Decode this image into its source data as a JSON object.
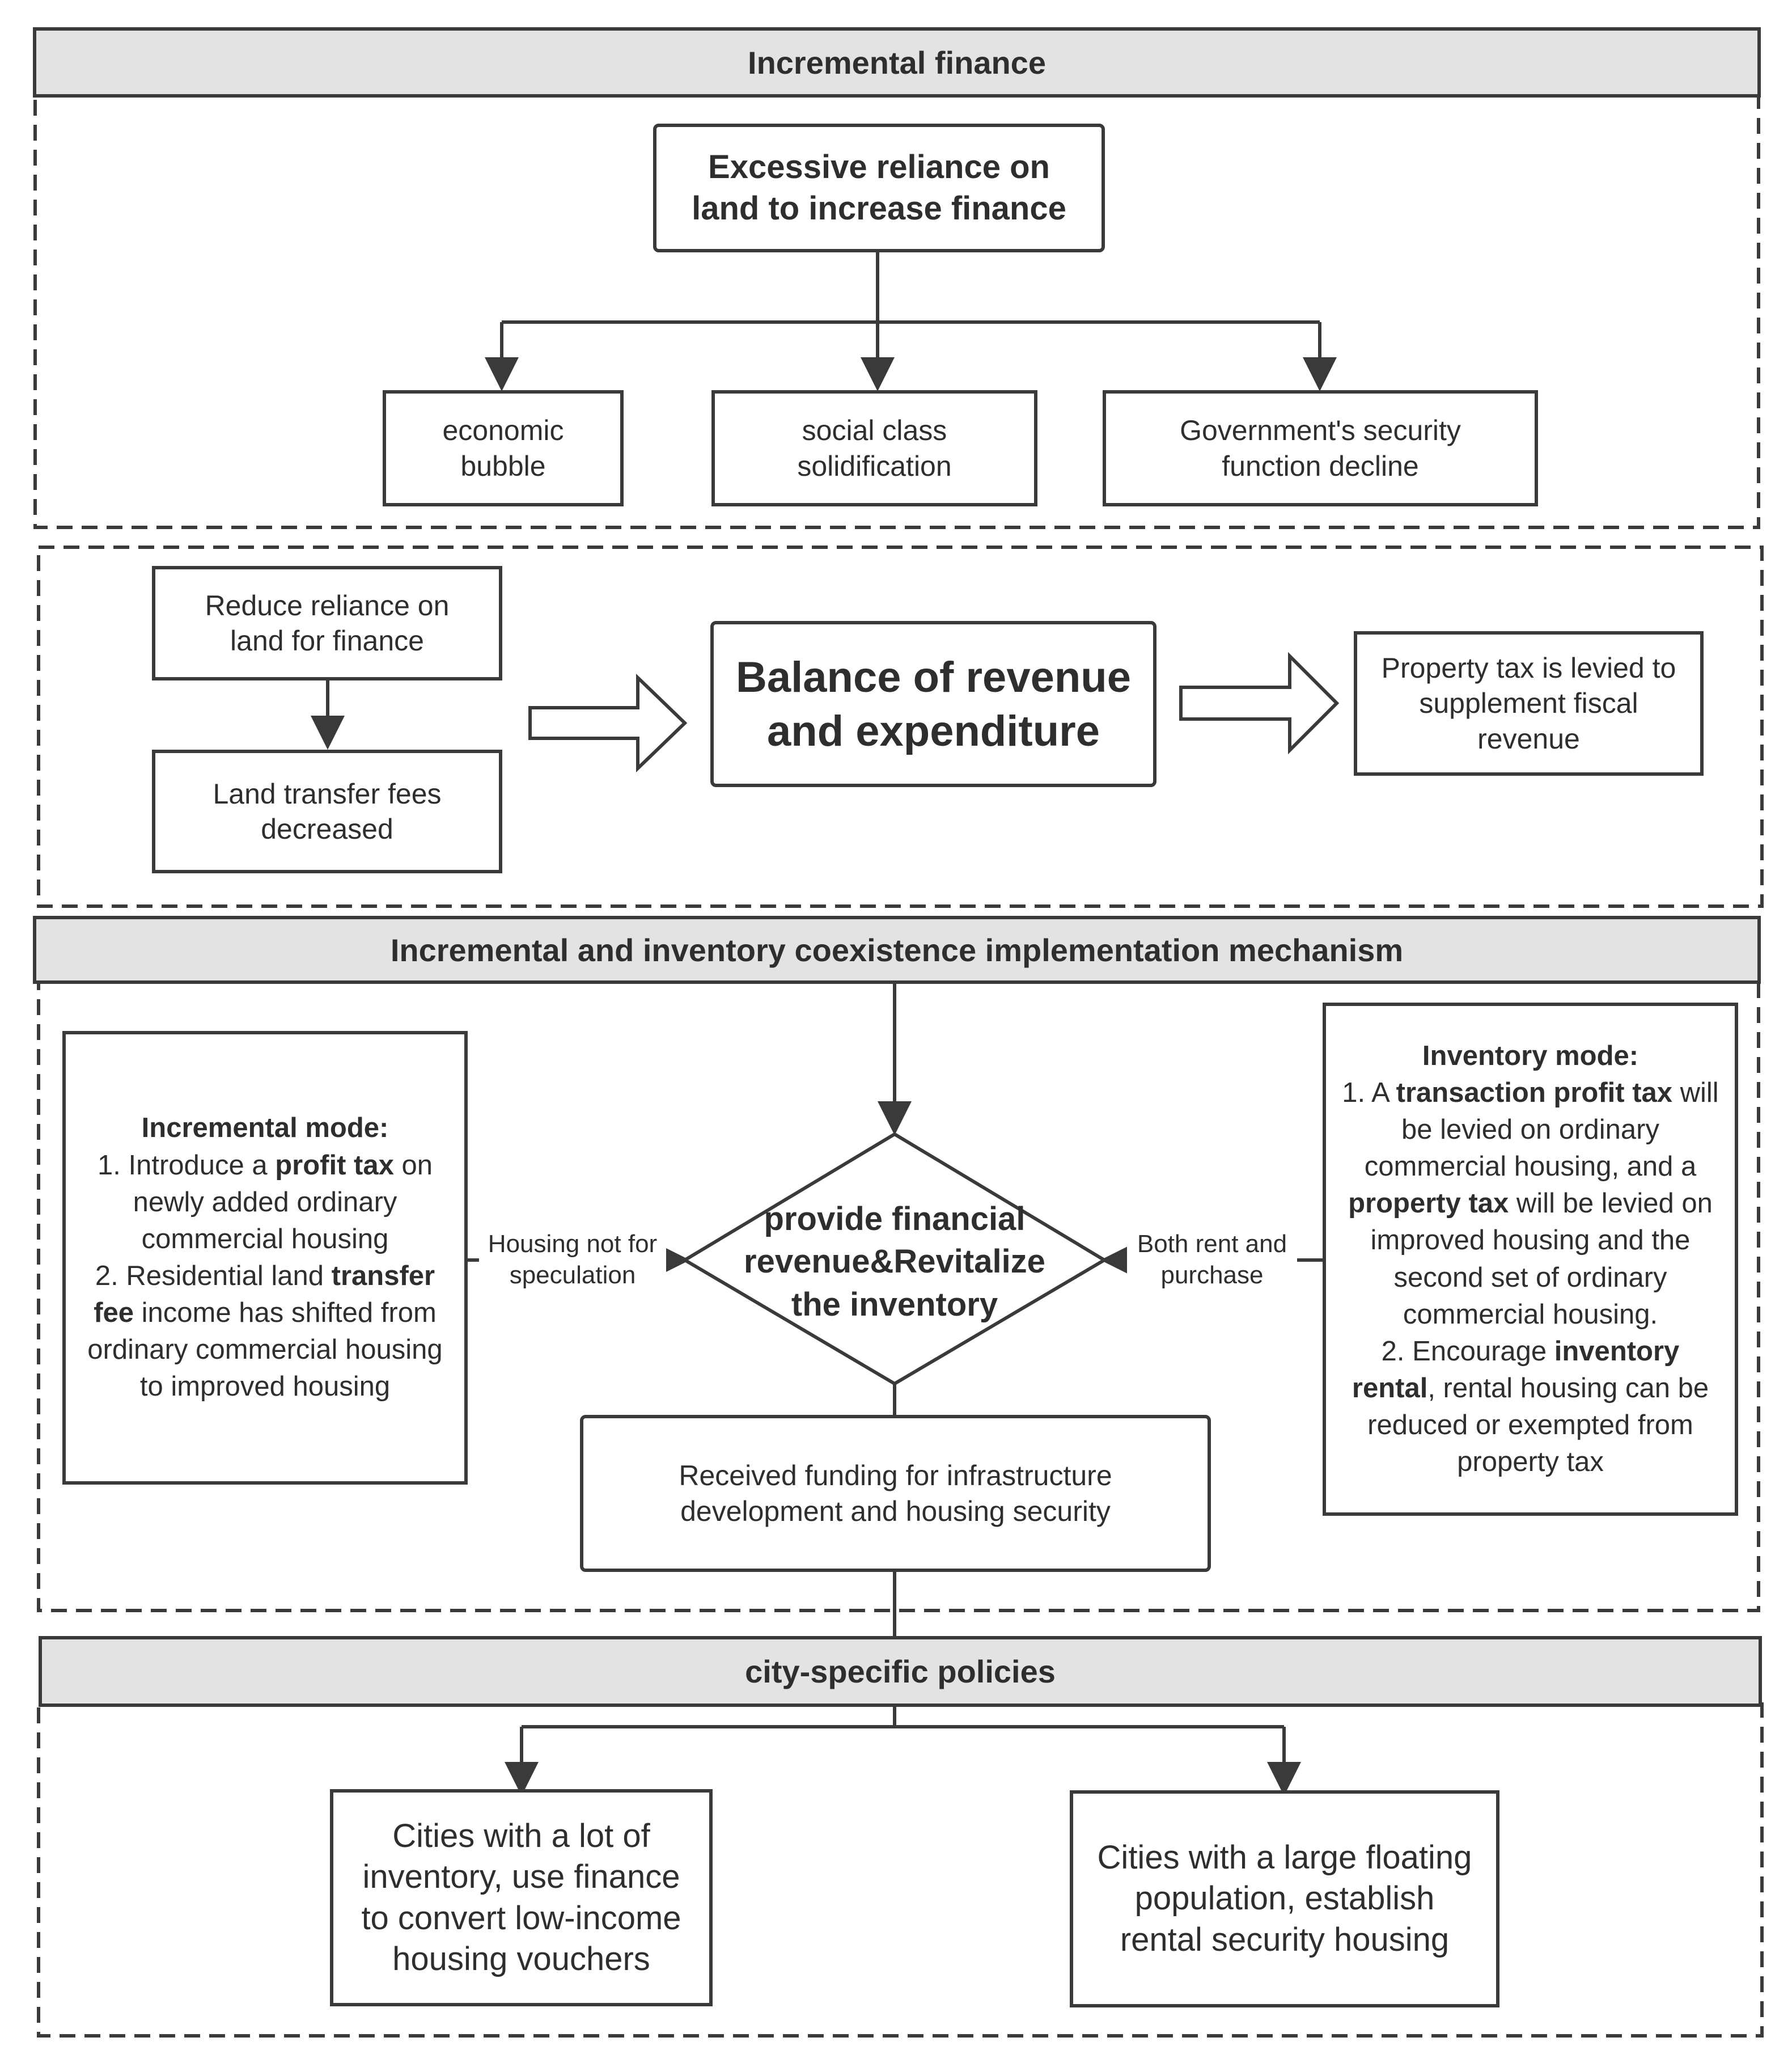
{
  "sections": {
    "incremental_finance": "Incremental finance",
    "mechanism": "Incremental and inventory coexistence implementation mechanism",
    "city_policies": "city-specific policies"
  },
  "top": {
    "root": "Excessive reliance on land to increase finance",
    "effects": [
      "economic bubble",
      "social class solidification",
      "Government's security function decline"
    ]
  },
  "balance": {
    "reduce": "Reduce reliance on land for finance",
    "land_fees": "Land transfer fees decreased",
    "center": "Balance of revenue and expenditure",
    "property_tax": "Property tax is levied to supplement fiscal revenue"
  },
  "mechanism": {
    "diamond": "provide financial revenue&Revitalize the inventory",
    "left_label": "Housing not for speculation",
    "right_label": "Both rent and purchase",
    "funding": "Received funding for infrastructure development and housing security",
    "incremental_mode": {
      "title": "Incremental mode:",
      "item1_pre": "1. Introduce a ",
      "item1_bold": "profit tax",
      "item1_post": " on newly added ordinary commercial housing",
      "item2_pre": "2. Residential land ",
      "item2_bold": "transfer fee",
      "item2_post": " income has shifted from ordinary commercial housing to improved housing"
    },
    "inventory_mode": {
      "title": "Inventory mode:",
      "item1_pre": "1. A ",
      "item1_bold1": "transaction profit tax",
      "item1_mid": " will be levied on ordinary commercial housing, and a ",
      "item1_bold2": "property tax",
      "item1_post": " will be levied on improved housing and the second set of ordinary commercial housing.",
      "item2_pre": "2. Encourage ",
      "item2_bold": "inventory rental",
      "item2_post": ", rental housing can be reduced or exempted from property tax"
    }
  },
  "cities": {
    "left": "Cities with a lot of inventory, use finance to convert low-income housing vouchers",
    "right": "Cities with a large floating population, establish rental security housing"
  }
}
